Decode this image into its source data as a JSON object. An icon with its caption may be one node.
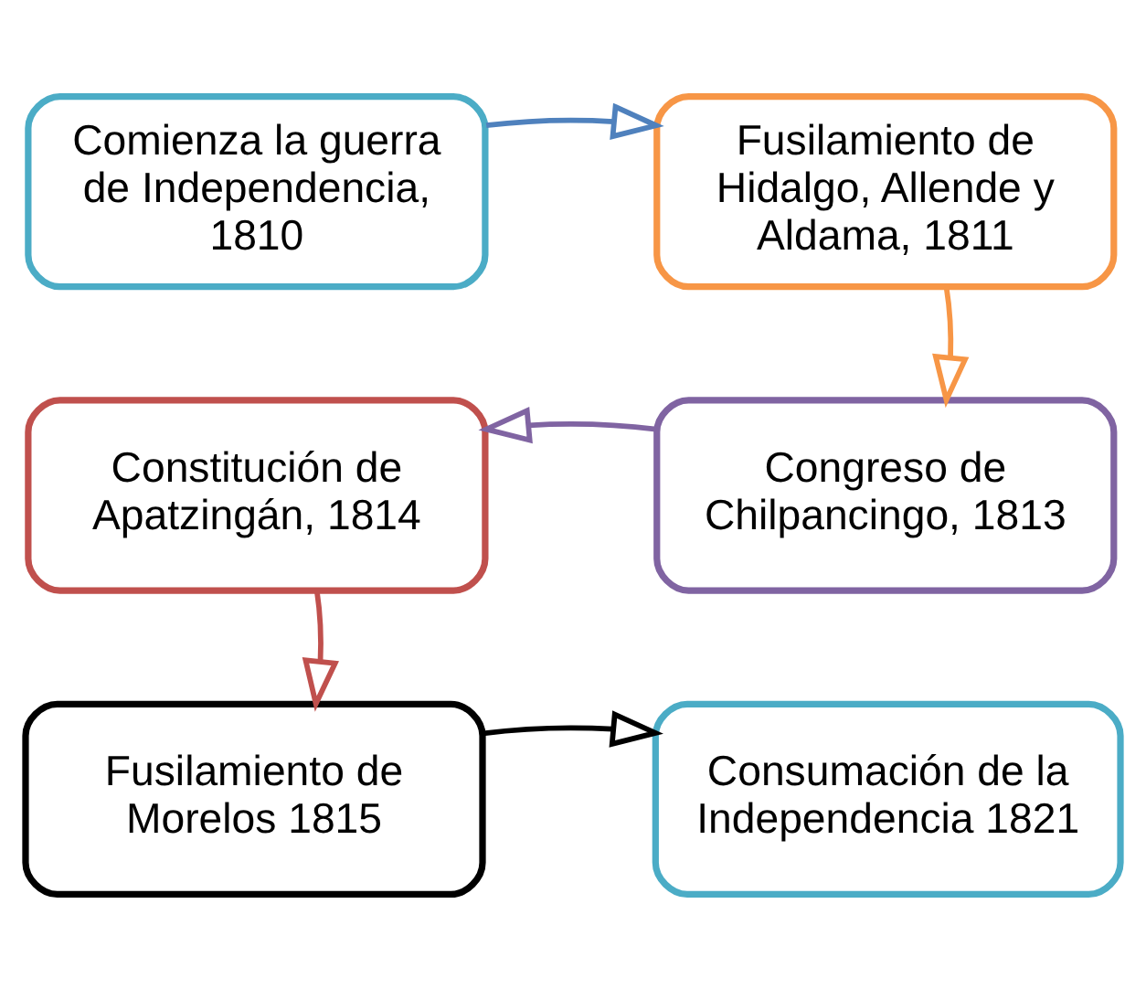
{
  "diagram": {
    "nodes": [
      {
        "text": [
          "Comienza la guerra de Independencia, 1810"
        ]
      },
      {
        "text": [
          "Fusilamiento de Hidalgo, Allende y Aldama, 1811"
        ]
      },
      {
        "text": [
          "Constitución de Apatzingán, 1814"
        ]
      },
      {
        "text": [
          "Congreso de Chilpancingo, 1813"
        ]
      },
      {
        "text": [
          "Fusilamiento de Morelos 1815"
        ]
      },
      {
        "text": [
          "Consumación de la Independencia 1821"
        ]
      }
    ],
    "edges": [
      {
        "from": 0,
        "to": 1,
        "arrow": "to",
        "color": "#4f81bd"
      },
      {
        "from": 1,
        "to": 3,
        "arrow": "to",
        "color": "#f79646"
      },
      {
        "from": 3,
        "to": 2,
        "arrow": "to",
        "color": "#8064a2"
      },
      {
        "from": 2,
        "to": 4,
        "arrow": "to",
        "color": "#c0504d"
      },
      {
        "from": 4,
        "to": 5,
        "arrow": "to",
        "color": "#000000"
      }
    ]
  }
}
